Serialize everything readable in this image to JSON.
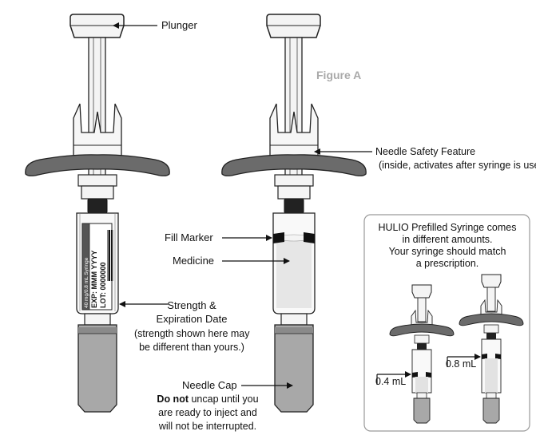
{
  "figure_label": "Figure A",
  "labels": {
    "plunger": "Plunger",
    "needle_safety_title": "Needle Safety Feature",
    "needle_safety_note": "(inside, activates after syringe is used.)",
    "fill_marker": "Fill Marker",
    "medicine": "Medicine",
    "strength_line1": "Strength &",
    "strength_line2": "Expiration Date",
    "strength_note_line1": "(strength shown here may",
    "strength_note_line2": "be different than yours.)",
    "needle_cap": "Needle Cap",
    "cap_warning_bold": "Do not",
    "cap_warning_rest": " uncap until you",
    "cap_warning_line2": "are ready to inject and",
    "cap_warning_line3": "will not be interrupted."
  },
  "syringe_label": {
    "strength": "40 mg/0.8 mL Syringe",
    "exp": "EXP: MMM YYYY",
    "lot": "LOT: 0000000"
  },
  "info_box": {
    "line1": "HULIO Prefilled Syringe comes",
    "line2": "in different amounts.",
    "line3": "Your syringe should match",
    "line4": "a prescription.",
    "small_amount": "0.4 mL",
    "large_amount": "0.8 mL"
  },
  "colors": {
    "finger_grip": "#6b6b6b",
    "needle_cap": "#a8a8a8",
    "outline": "#222222",
    "figure_label": "#a9a9a9"
  }
}
